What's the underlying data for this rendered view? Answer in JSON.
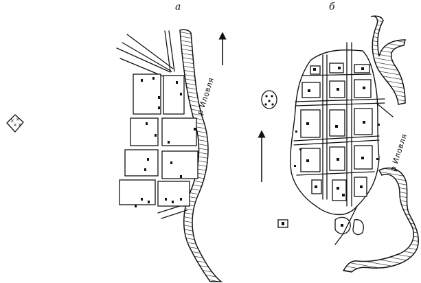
{
  "figure": {
    "panel_a_label": "а",
    "panel_b_label": "б",
    "river_label_a": "р Иловля",
    "river_label_b": "р Иловля"
  },
  "icons": {
    "north_arrow": "north-arrow-icon",
    "grove_marker": "grove-icon",
    "church_marker": "church-icon"
  },
  "colors": {
    "ink": "#111111",
    "paper": "#ffffff"
  }
}
